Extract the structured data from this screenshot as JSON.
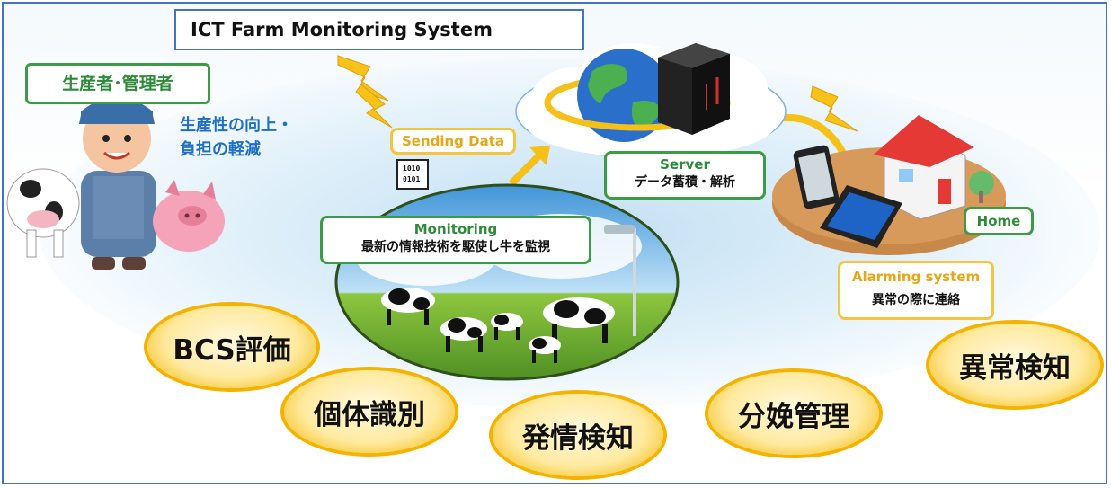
{
  "title": "ICT Farm Monitoring System",
  "producer_label": "生産者･管理者",
  "benefit": [
    "生産性の向上・",
    "負担の軽減"
  ],
  "sending_label": "Sending Data",
  "data_icon_text": [
    "1010",
    "0101"
  ],
  "server": {
    "head": "Server",
    "sub": "データ蓄積・解析"
  },
  "monitoring": {
    "head": "Monitoring",
    "sub": "最新の情報技術を駆使し牛を監視"
  },
  "home_label": "Home",
  "alarm": {
    "head": "Alarming system",
    "sub": "異常の際に連絡"
  },
  "features": [
    "BCS評価",
    "個体識別",
    "発情検知",
    "分娩管理",
    "異常検知"
  ],
  "colors": {
    "frame": "#4472c4",
    "green": "#3a9c45",
    "yellow": "#f5c540",
    "blue_text": "#1f6fc4",
    "feature_ring": "#f4b300"
  }
}
